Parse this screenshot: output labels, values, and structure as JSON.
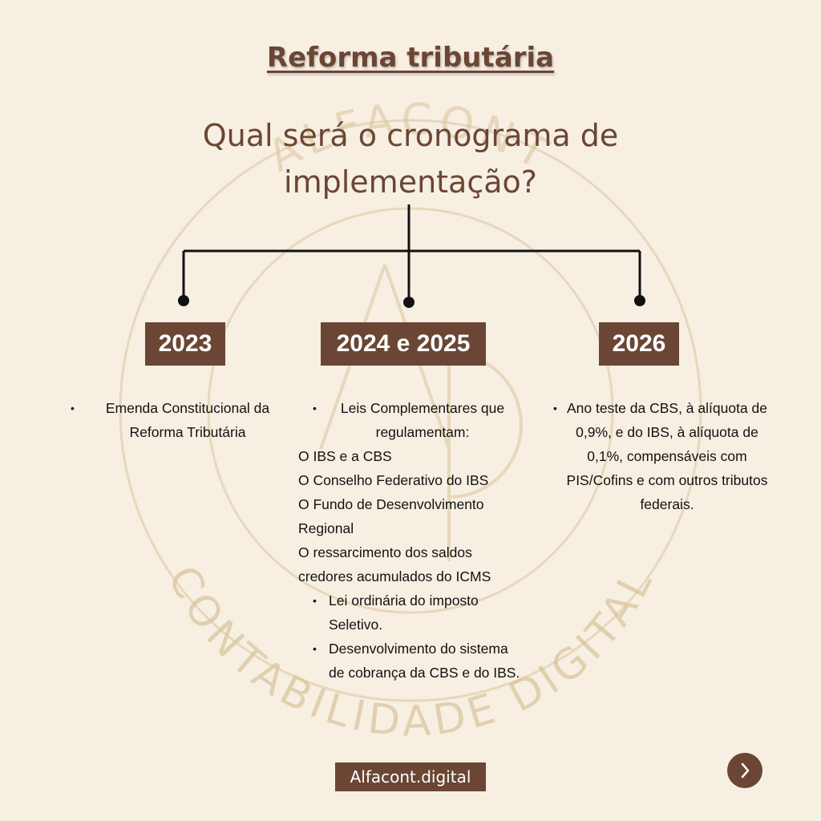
{
  "title": "Reforma tributária",
  "question_line1": "Qual será o cronograma de",
  "question_line2": "implementação?",
  "watermark": {
    "top_text": "ALFACONT",
    "bottom_text": "CONTABILIDADE DIGITAL",
    "color": "#d8c49a"
  },
  "columns": [
    {
      "year": "2023",
      "bullets": [
        "Emenda Constitucional da Reforma Tributária"
      ]
    },
    {
      "year": "2024 e 2025",
      "bullet_main_1": "Leis Complementares que",
      "bullet_main_2": "regulamentam:",
      "lines": [
        "O IBS e a CBS",
        "O Conselho Federativo do IBS",
        "O Fundo de Desenvolvimento",
        "Regional",
        "O ressarcimento dos saldos",
        "credores acumulados do ICMS"
      ],
      "sub_bullets": [
        "Lei ordinária do imposto Seletivo.",
        "Desenvolvimento do sistema de cobrança da CBS e do IBS."
      ]
    },
    {
      "year": "2026",
      "bullets": [
        "Ano teste da CBS, à alíquota de 0,9%, e do IBS, à alíquota de 0,1%, compensáveis com PIS/Cofins e com outros tributos federais."
      ]
    }
  ],
  "footer": "Alfacont.digital",
  "icons": {
    "next": "chevron-right-icon"
  },
  "colors": {
    "brown": "#6b4634",
    "background": "#f8efe3",
    "line": "#111111"
  }
}
